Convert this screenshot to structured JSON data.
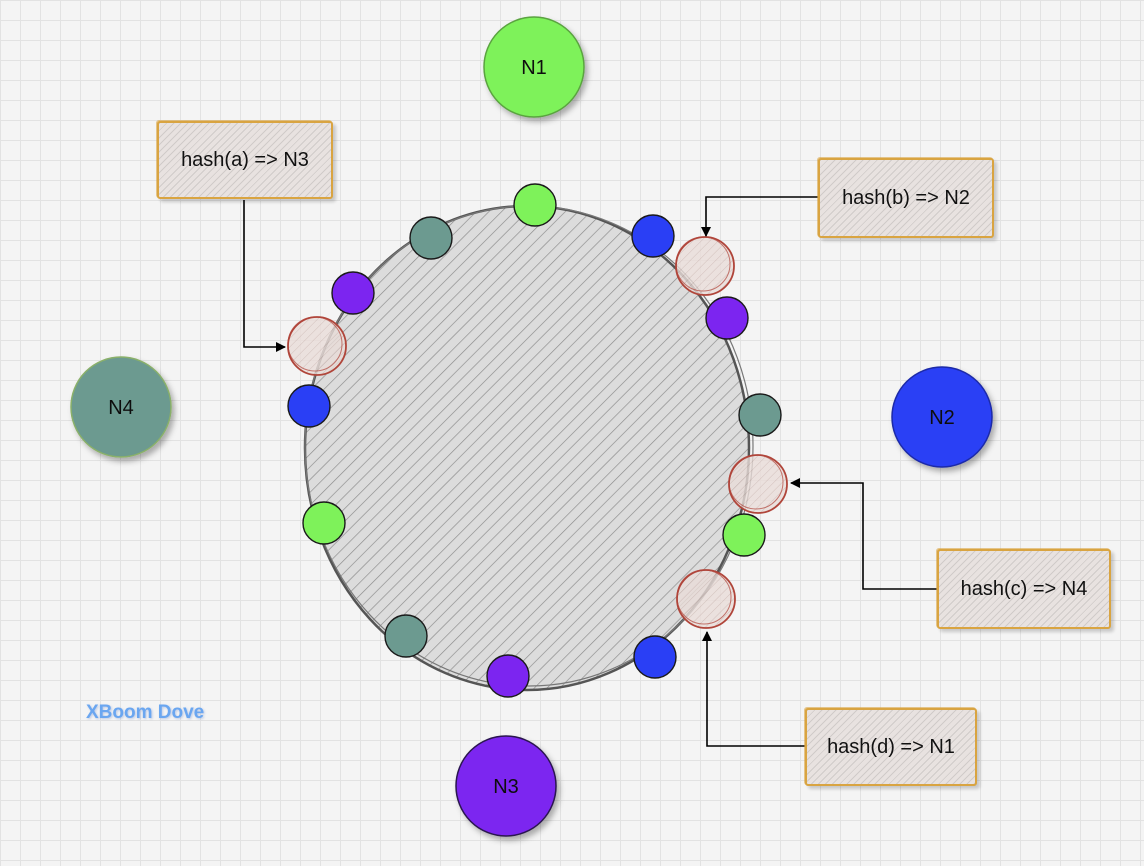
{
  "colors": {
    "n1": "#7ef25a",
    "n2": "#2a3ff5",
    "n3": "#7c25f0",
    "n4": "#6c9a90",
    "key_stroke": "#b0453a",
    "box_border": "#d9a441",
    "watermark": "#6aa6f0"
  },
  "nodes": {
    "n1": "N1",
    "n2": "N2",
    "n3": "N3",
    "n4": "N4"
  },
  "hashes": {
    "a": "hash(a) => N3",
    "b": "hash(b) => N2",
    "c": "hash(c) => N4",
    "d": "hash(d) => N1"
  },
  "ring_vnodes": [
    "n1",
    "n2",
    "n3",
    "n4",
    "n1",
    "n2",
    "n3",
    "n4",
    "n1",
    "n2",
    "n3",
    "n4",
    "n1",
    "n2",
    "n3",
    "n4"
  ],
  "watermark": "XBoom Dove"
}
